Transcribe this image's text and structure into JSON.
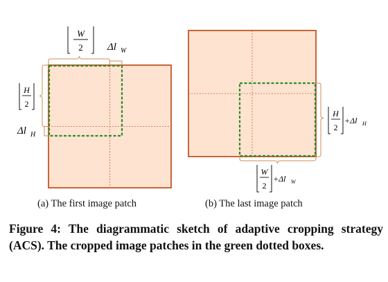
{
  "colors": {
    "patch_fill": "#fde3d0",
    "patch_border": "#c9643a",
    "midline": "#c9643a",
    "crop_box": "#2e8b2e",
    "brace": "#d08a5a",
    "text": "#111111"
  },
  "panel_a": {
    "caption": "(a) The first image patch",
    "label_half_w_num": "W",
    "label_half_w_den": "2",
    "label_half_h_num": "H",
    "label_half_h_den": "2",
    "label_delta_w": "Δl",
    "label_delta_w_sub": "W",
    "label_delta_h": "Δl",
    "label_delta_h_sub": "H"
  },
  "panel_b": {
    "caption": "(b) The last image patch",
    "label_half_h_num": "H",
    "label_half_h_den": "2",
    "label_plus_delta_h": "+Δl",
    "label_plus_delta_h_sub": "H",
    "label_half_w_num": "W",
    "label_half_w_den": "2",
    "label_plus_delta_w": "+Δl",
    "label_plus_delta_w_sub": "W"
  },
  "figure_caption": "Figure 4: The diagrammatic sketch of adaptive cropping strategy (ACS). The cropped image patches in the green dotted boxes."
}
